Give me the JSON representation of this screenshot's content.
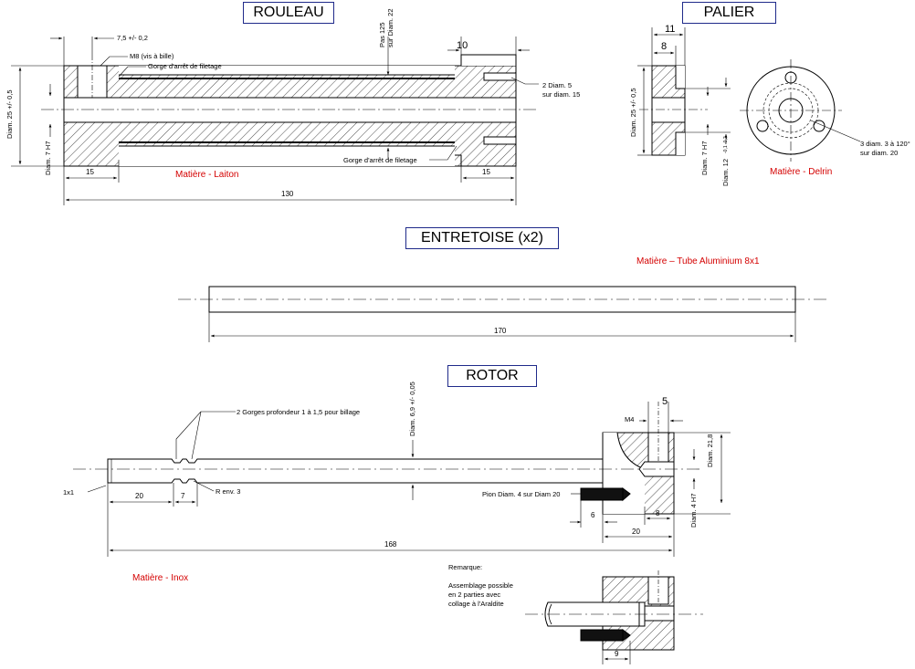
{
  "titles": {
    "rouleau": "ROULEAU",
    "palier": "PALIER",
    "entretoise": "ENTRETOISE (x2)",
    "rotor": "ROTOR"
  },
  "rouleau": {
    "dim_7_5": "7,5 +/- 0,2",
    "m8": "M8 (vis à bille)",
    "gorge_top": "Gorge d'arrêt de filetage",
    "gorge_bottom": "Gorge d'arrêt de filetage",
    "pas": "Pas 125",
    "sur_diam": "sur Diam. 22",
    "dim_10": "10",
    "trous_1": "2 Diam. 5",
    "trous_2": "sur diam. 15",
    "diam25": "Diam. 25 +/- 0,5",
    "diam7": "Diam. 7 H7",
    "dim_15_left": "15",
    "dim_15_right": "15",
    "dim_130": "130",
    "matiere": "Matière - Laiton"
  },
  "palier": {
    "dim_11": "11",
    "dim_8": "8",
    "diam25": "Diam. 25 +/- 0,5",
    "diam7": "Diam. 7 H7",
    "diam12": "Diam. 12",
    "diam12_tol": "-0,1 -0,2",
    "trous_1": "3 diam. 3 à 120°",
    "trous_2": "sur diam. 20",
    "matiere": "Matière - Delrin"
  },
  "entretoise": {
    "matiere": "Matière – Tube Aluminium 8x1",
    "dim_170": "170"
  },
  "rotor": {
    "gorges": "2 Gorges profondeur 1 à 1,5 pour billage",
    "diam69": "Diam. 6,9 +/- 0,05",
    "dim_5": "5",
    "m4": "M4",
    "diam218": "Diam. 21,8",
    "diam4": "Diam. 4 H7",
    "chamfer": "1x1",
    "dim_20_left": "20",
    "dim_7": "7",
    "r_env": "R env. 3",
    "pion": "Pion Diam. 4 sur Diam 20",
    "dim_6": "6",
    "dim_8": "8",
    "dim_20_right": "20",
    "dim_168": "168",
    "matiere": "Matière - Inox",
    "remarque": "Remarque:",
    "remarque_1": "Assemblage possible",
    "remarque_2": "en 2 parties avec",
    "remarque_3": "collage à l'Araldite",
    "dim_9": "9"
  },
  "colors": {
    "title_border": "#1f2a8a",
    "material_text": "#d40000",
    "line": "#000000"
  }
}
